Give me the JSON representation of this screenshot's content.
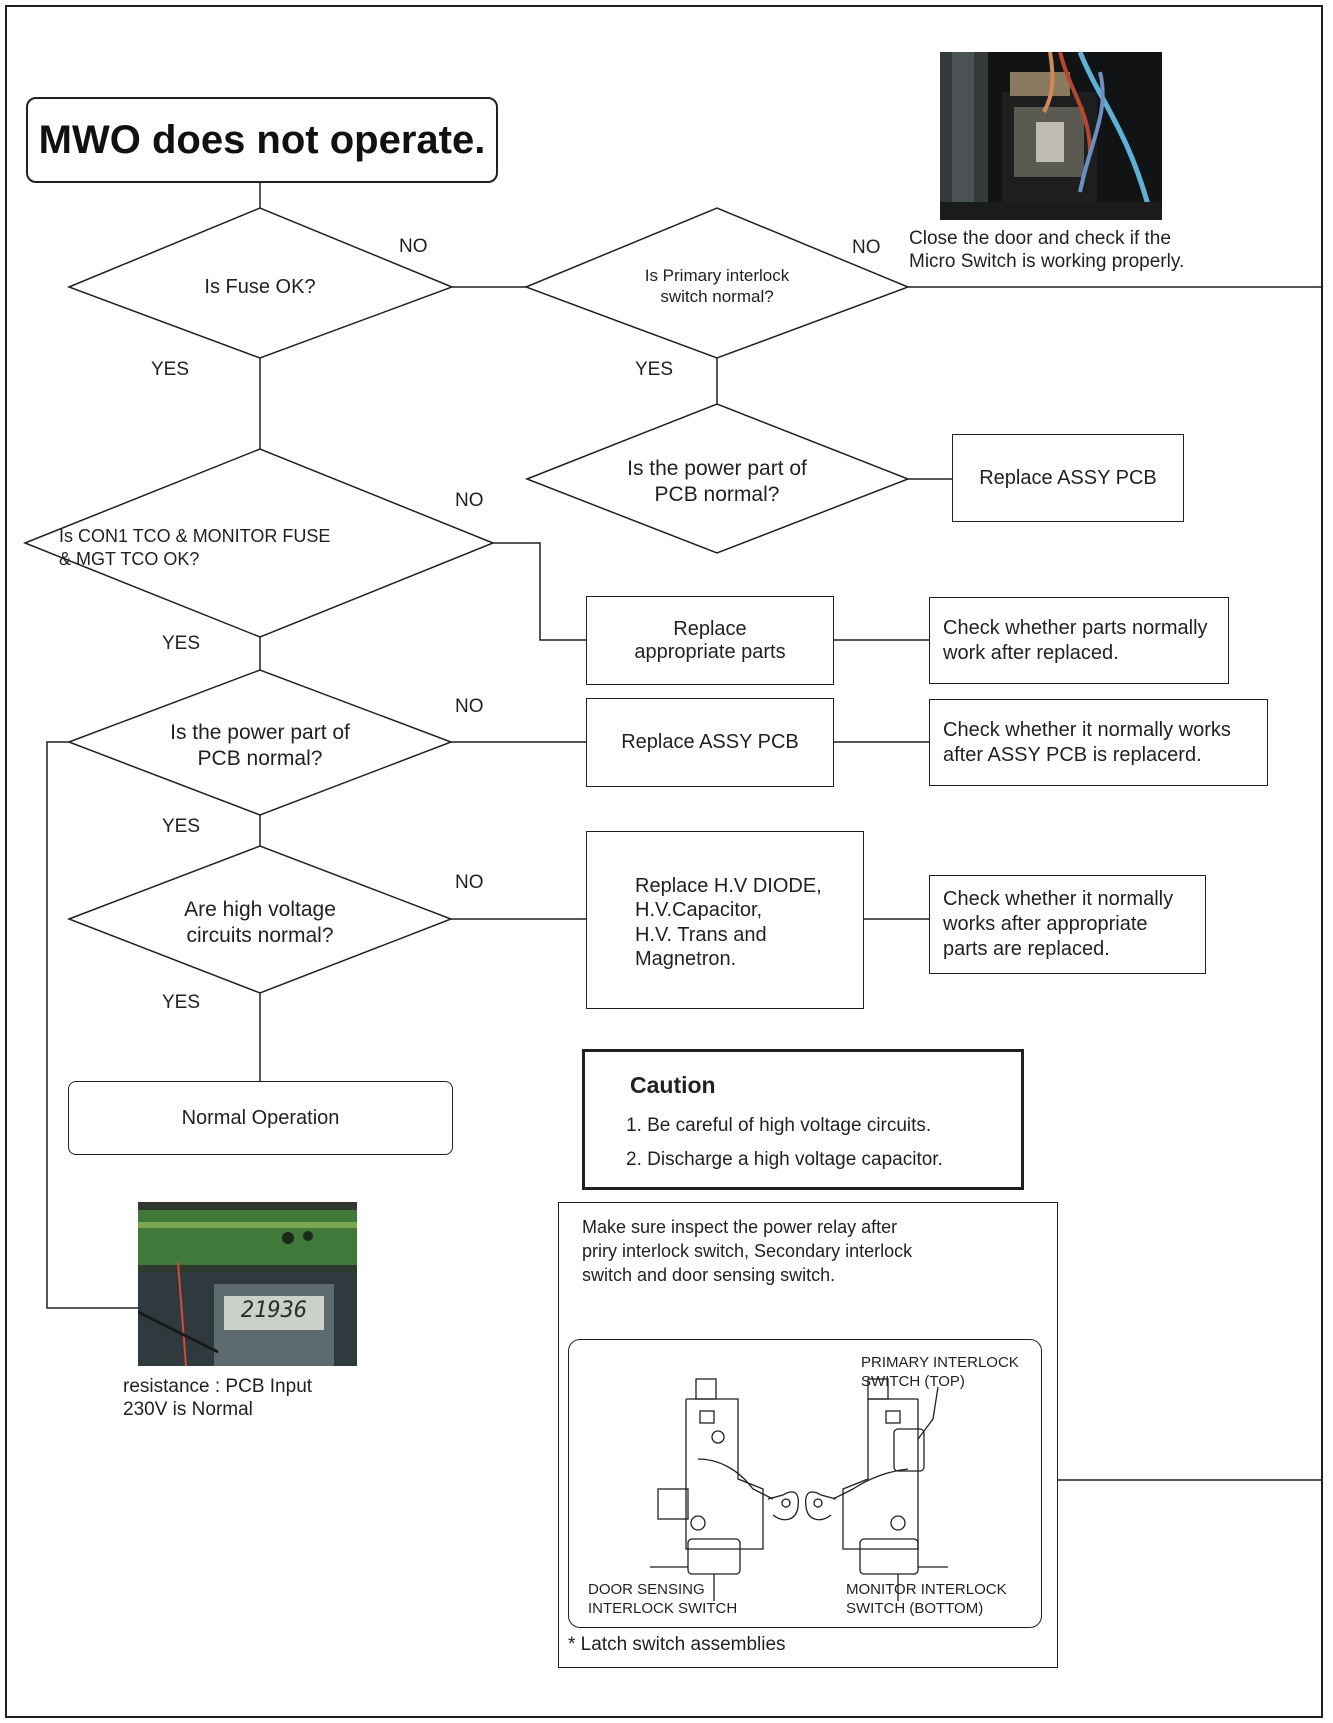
{
  "title": "MWO does not operate.",
  "decisions": {
    "fuse": "Is Fuse OK?",
    "primary_interlock": [
      "Is Primary interlock",
      "switch normal?"
    ],
    "pcb_power_top": [
      "Is the power part of",
      "PCB normal?"
    ],
    "con1_tco": [
      "Is CON1 TCO & MONITOR FUSE",
      "& MGT TCO OK?"
    ],
    "pcb_power_mid": [
      "Is the power part of",
      "PCB normal?"
    ],
    "high_voltage": [
      "Are high voltage",
      "circuits normal?"
    ]
  },
  "edge_labels": {
    "no": "NO",
    "yes": "YES"
  },
  "actions": {
    "replace_assy_pcb_top": "Replace ASSY PCB",
    "replace_parts": [
      "Replace",
      "appropriate parts"
    ],
    "check_parts": [
      "Check whether parts normally",
      "work after replaced."
    ],
    "replace_assy_pcb_mid": "Replace ASSY PCB",
    "check_pcb": [
      "Check whether it normally works",
      "after ASSY PCB is replacerd."
    ],
    "replace_hv": [
      "Replace H.V DIODE,",
      "H.V.Capacitor,",
      "H.V. Trans and",
      "Magnetron."
    ],
    "check_hv": [
      "Check whether it normally",
      "works after appropriate",
      "parts are replaced."
    ],
    "normal_operation": "Normal Operation"
  },
  "micro_switch_note": [
    "Close the door and check if the",
    "Micro Switch is working properly."
  ],
  "meter_caption": [
    "resistance : PCB Input",
    "230V is Normal"
  ],
  "meter_display": "21936",
  "caution": {
    "title": "Caution",
    "items": [
      "1. Be careful of high voltage circuits.",
      "2. Discharge a high voltage capacitor."
    ]
  },
  "relay_note": [
    "Make sure inspect the power relay after",
    "priry interlock switch, Secondary interlock",
    "switch and door sensing switch."
  ],
  "switch_labels": {
    "primary": [
      "PRIMARY INTERLOCK",
      "SWITCH (TOP)"
    ],
    "door": [
      "DOOR SENSING",
      "INTERLOCK SWITCH"
    ],
    "monitor": [
      "MONITOR INTERLOCK",
      "SWITCH (BOTTOM)"
    ]
  },
  "latch_caption": "* Latch switch assemblies"
}
